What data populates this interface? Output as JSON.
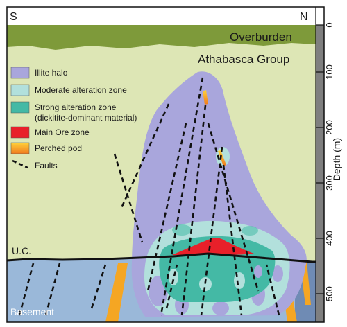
{
  "compass": {
    "south": "S",
    "north": "N"
  },
  "layers": {
    "overburden": "Overburden",
    "athabasca": "Athabasca Group",
    "unconformity": "U.C.",
    "basement": "Basement"
  },
  "depth_axis": {
    "title": "Depth (m)",
    "ticks": [
      "0",
      "100",
      "200",
      "300",
      "400",
      "500"
    ]
  },
  "legend": [
    {
      "label": "Illite halo",
      "color": "#a9a6dc"
    },
    {
      "label": "Moderate alteration zone",
      "color": "#b2e0dc"
    },
    {
      "label": "Strong alteration zone",
      "label2": "(dickitite-dominant material)",
      "color": "#44b9a5"
    },
    {
      "label": "Main Ore zone",
      "color": "#e8202a"
    },
    {
      "label": "Perched pod",
      "color": "#f5a623"
    },
    {
      "label": "Faults",
      "color": "#111111"
    }
  ],
  "colors": {
    "athabasca": "#dde6b5",
    "overburden": "#7e9a3a",
    "basement": "#9ab8d9",
    "basement_dark": "#6f8bb4",
    "illite": "#a9a6dc",
    "moderate": "#b2e0dc",
    "strong": "#44b9a5",
    "ore": "#e8202a",
    "perched": "#f5a623",
    "fault": "#111111"
  }
}
